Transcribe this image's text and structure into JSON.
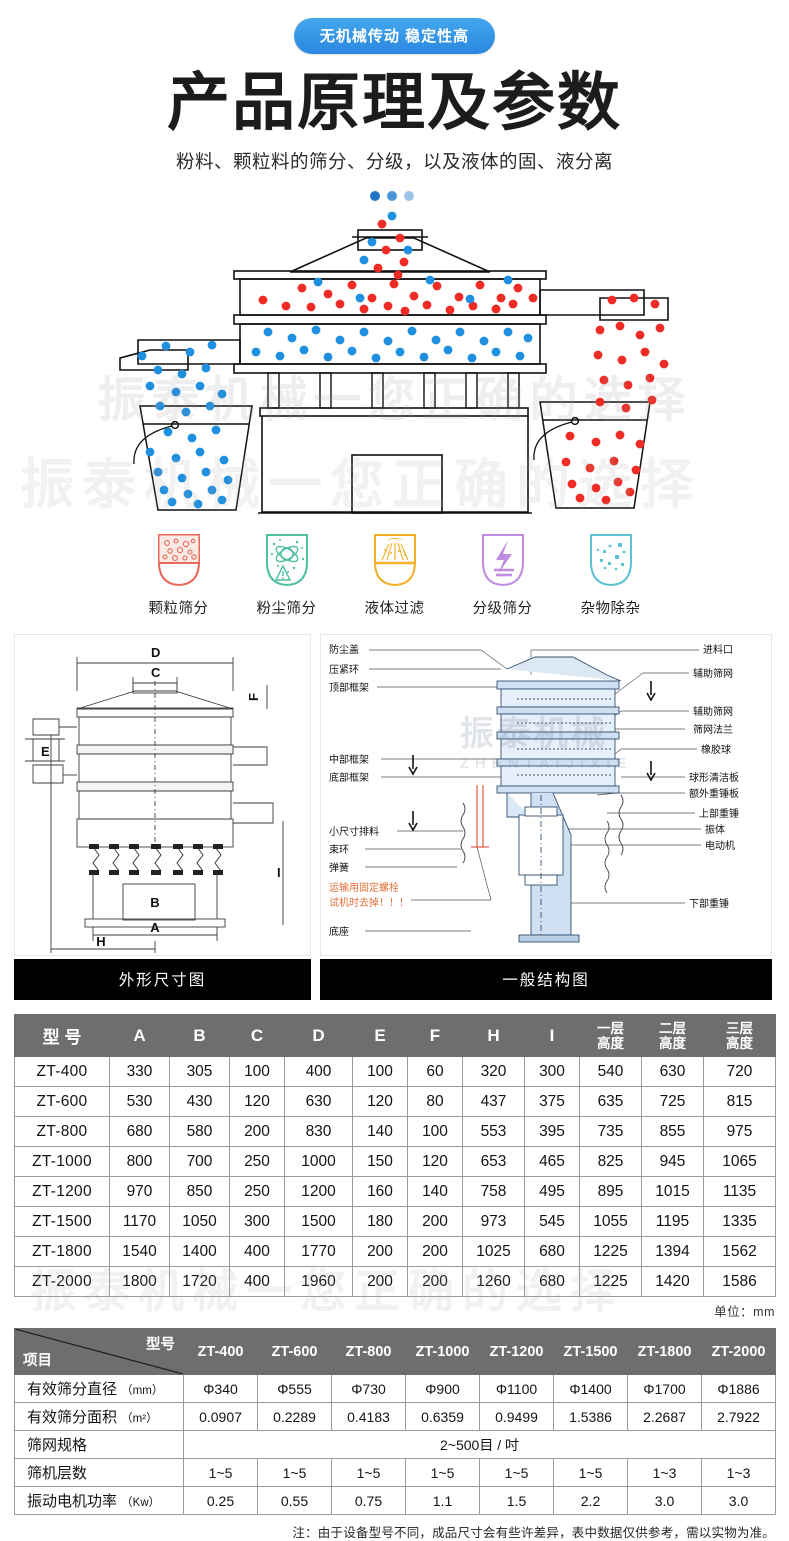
{
  "header": {
    "badge": "无机械传动 稳定性高",
    "title": "产品原理及参数",
    "subtitle": "粉料、颗粒料的筛分、分级，以及液体的固、液分离"
  },
  "watermark": {
    "line": "振泰机械一您正确的选择",
    "brand_cn": "振泰机械",
    "brand_en": "ZHENTAIJIXIE"
  },
  "features": [
    {
      "label": "颗粒筛分",
      "color": "#e8695a",
      "icon": "granule-shield-icon"
    },
    {
      "label": "粉尘筛分",
      "color": "#4fc0a2",
      "icon": "dust-shield-icon"
    },
    {
      "label": "液体过滤",
      "color": "#f2b128",
      "icon": "liquid-shield-icon"
    },
    {
      "label": "分级筛分",
      "color": "#c08ce0",
      "icon": "grading-shield-icon"
    },
    {
      "label": "杂物除杂",
      "color": "#5bc3d2",
      "icon": "impurity-shield-icon"
    }
  ],
  "diagrams": {
    "left": {
      "caption": "外形尺寸图",
      "dimension_labels": [
        "D",
        "C",
        "F",
        "E",
        "B",
        "A",
        "H",
        "I"
      ]
    },
    "right": {
      "caption": "一般结构图",
      "labels_left": [
        "防尘盖",
        "压紧环",
        "顶部框架",
        "中部框架",
        "底部框架",
        "小尺寸排料",
        "束环",
        "弹簧",
        "底座"
      ],
      "labels_left_warning": [
        "运输用固定螺栓",
        "试机时去掉！！！"
      ],
      "labels_right": [
        "进料口",
        "辅助筛网",
        "辅助筛网",
        "筛网法兰",
        "橡胶球",
        "球形清洁板",
        "额外重锤板",
        "上部重锤",
        "振体",
        "电动机",
        "下部重锤"
      ]
    }
  },
  "table1": {
    "headers": [
      "型 号",
      "A",
      "B",
      "C",
      "D",
      "E",
      "F",
      "H",
      "I",
      "一层高度",
      "二层高度",
      "三层高度"
    ],
    "rows": [
      [
        "ZT-400",
        "330",
        "305",
        "100",
        "400",
        "100",
        "60",
        "320",
        "300",
        "540",
        "630",
        "720"
      ],
      [
        "ZT-600",
        "530",
        "430",
        "120",
        "630",
        "120",
        "80",
        "437",
        "375",
        "635",
        "725",
        "815"
      ],
      [
        "ZT-800",
        "680",
        "580",
        "200",
        "830",
        "140",
        "100",
        "553",
        "395",
        "735",
        "855",
        "975"
      ],
      [
        "ZT-1000",
        "800",
        "700",
        "250",
        "1000",
        "150",
        "120",
        "653",
        "465",
        "825",
        "945",
        "1065"
      ],
      [
        "ZT-1200",
        "970",
        "850",
        "250",
        "1200",
        "160",
        "140",
        "758",
        "495",
        "895",
        "1015",
        "1135"
      ],
      [
        "ZT-1500",
        "1170",
        "1050",
        "300",
        "1500",
        "180",
        "200",
        "973",
        "545",
        "1055",
        "1195",
        "1335"
      ],
      [
        "ZT-1800",
        "1540",
        "1400",
        "400",
        "1770",
        "200",
        "200",
        "1025",
        "680",
        "1225",
        "1394",
        "1562"
      ],
      [
        "ZT-2000",
        "1800",
        "1720",
        "400",
        "1960",
        "200",
        "200",
        "1260",
        "680",
        "1225",
        "1420",
        "1586"
      ]
    ],
    "unit_note": "单位：mm"
  },
  "table2": {
    "corner_top": "型号",
    "corner_bottom": "项目",
    "models": [
      "ZT-400",
      "ZT-600",
      "ZT-800",
      "ZT-1000",
      "ZT-1200",
      "ZT-1500",
      "ZT-1800",
      "ZT-2000"
    ],
    "rows": [
      {
        "label": "有效筛分直径",
        "unit": "（mm）",
        "merged": false,
        "values": [
          "Φ340",
          "Φ555",
          "Φ730",
          "Φ900",
          "Φ1100",
          "Φ1400",
          "Φ1700",
          "Φ1886"
        ]
      },
      {
        "label": "有效筛分面积",
        "unit": "（m²）",
        "merged": false,
        "values": [
          "0.0907",
          "0.2289",
          "0.4183",
          "0.6359",
          "0.9499",
          "1.5386",
          "2.2687",
          "2.7922"
        ]
      },
      {
        "label": "筛网规格",
        "unit": "",
        "merged": true,
        "merged_value": "2~500目 / 吋",
        "values": []
      },
      {
        "label": "筛机层数",
        "unit": "",
        "merged": false,
        "values": [
          "1~5",
          "1~5",
          "1~5",
          "1~5",
          "1~5",
          "1~5",
          "1~3",
          "1~3"
        ]
      },
      {
        "label": "振动电机功率",
        "unit": "（Kw）",
        "merged": false,
        "values": [
          "0.25",
          "0.55",
          "0.75",
          "1.1",
          "1.5",
          "2.2",
          "3.0",
          "3.0"
        ]
      }
    ],
    "foot_note": "注：由于设备型号不同，成品尺寸会有些许差异，表中数据仅供参考，需以实物为准。"
  },
  "colors": {
    "badge_blue": "#2a87e0",
    "header_gray": "#6e6e6e",
    "particle_red": "#ee2b24",
    "particle_blue": "#1f8fe0"
  }
}
